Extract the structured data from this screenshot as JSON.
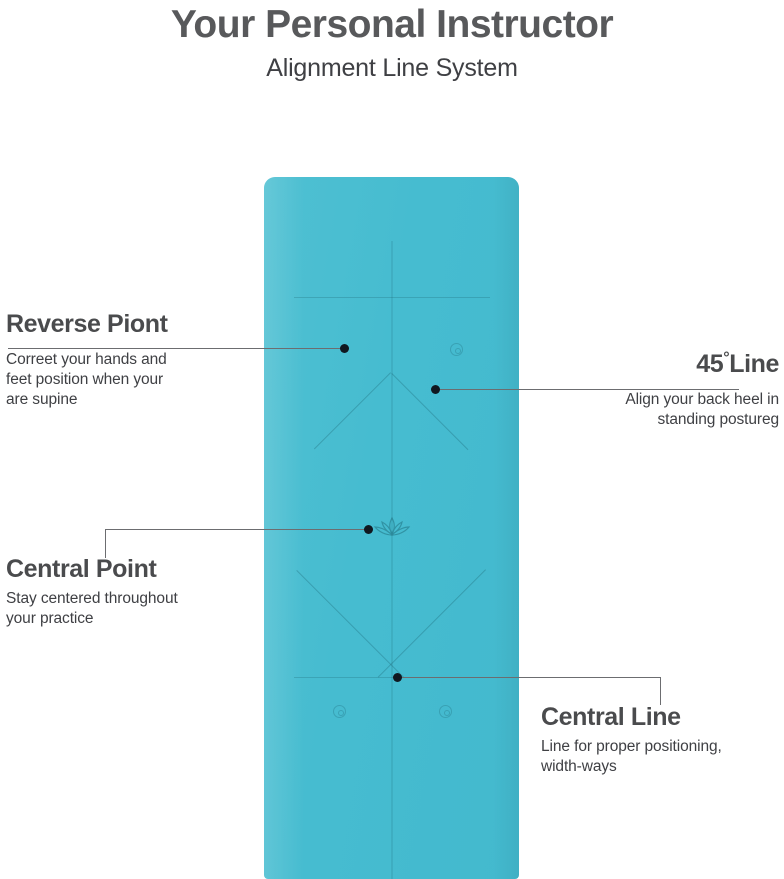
{
  "header": {
    "title": "Your Personal Instructor",
    "subtitle": "Alignment Line System"
  },
  "product": {
    "name": "yoga-mat",
    "brand_logo": "",
    "mat_color": "#46bcd0",
    "line_color": "#165a68",
    "center_emblem": "lotus-flower"
  },
  "callouts": [
    {
      "id": "reverse-point",
      "title": "Reverse Piont",
      "description": "Correet your hands and\nfeet position when your\nare supine",
      "side": "left"
    },
    {
      "id": "45-line",
      "title_number": "45",
      "title_degree": "°",
      "title_word": "Line",
      "title": "45°Line",
      "description": "Align your back heel in\nstanding postureg",
      "side": "right"
    },
    {
      "id": "central-point",
      "title": "Central Point",
      "description": "Stay centered throughout\nyour practice",
      "side": "left"
    },
    {
      "id": "central-line",
      "title": "Central Line",
      "description": "Line for proper positioning,\nwidth-ways",
      "side": "right"
    }
  ],
  "colors": {
    "title_gray": "#58595b",
    "body_gray": "#3f4044",
    "leader_line": "#6c6d70",
    "dot": "#101820"
  }
}
